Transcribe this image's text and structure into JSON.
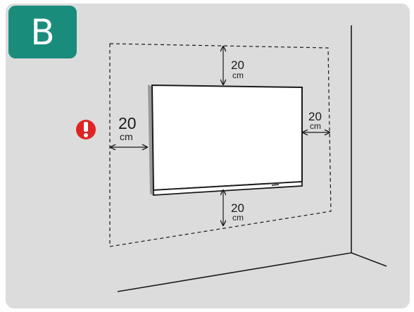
{
  "badge": {
    "letter": "B",
    "color": "#1a8c7c"
  },
  "warning": {
    "icon": "exclamation-icon",
    "color": "#e02424"
  },
  "clearances": {
    "top": {
      "value": "20",
      "unit": "cm"
    },
    "right": {
      "value": "20",
      "unit": "cm"
    },
    "bottom": {
      "value": "20",
      "unit": "cm"
    },
    "left": {
      "value": "20",
      "unit": "cm"
    }
  }
}
